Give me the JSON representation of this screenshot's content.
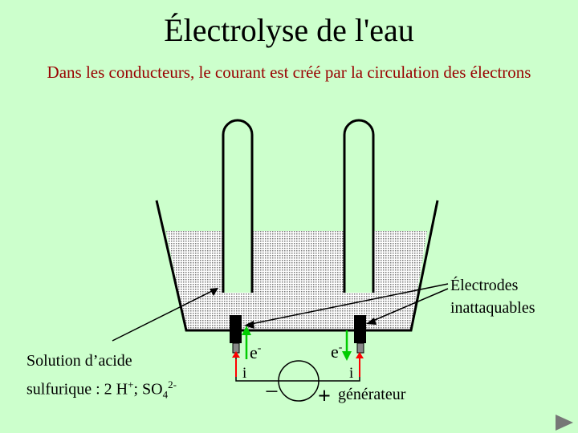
{
  "title": "Électrolyse de l'eau",
  "subtitle": "Dans les conducteurs, le courant est créé par la circulation des électrons",
  "labels": {
    "electrodes_line1": "Électrodes",
    "electrodes_line2": "inattaquables",
    "solution_line1": "Solution d’acide",
    "solution_line2_prefix": "sulfurique  : 2 H",
    "solution_h_charge": "+",
    "solution_sep": "; SO",
    "solution_sub": "4",
    "solution_sup": "2-",
    "electron": "e",
    "electron_charge": "-",
    "current": "i",
    "minus_terminal": "−",
    "plus_terminal": "+",
    "generator": "générateur"
  },
  "colors": {
    "background": "#ccffcc",
    "subtitle": "#990000",
    "electron_arrow": "#00cc00",
    "current_arrow": "#ff0000",
    "nav_arrow": "#777777"
  },
  "icons": {
    "next": "play-triangle-icon"
  }
}
